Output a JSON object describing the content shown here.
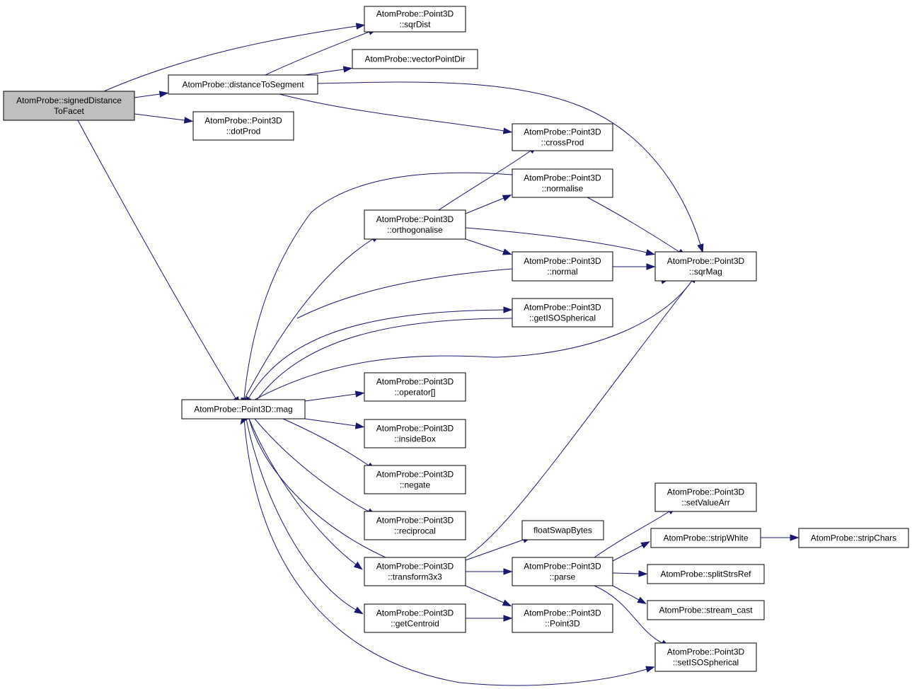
{
  "nodes": [
    {
      "id": "signedDistanceToFacet",
      "lines": [
        "AtomProbe::signedDistance",
        "ToFacet"
      ],
      "root": true
    },
    {
      "id": "sqrDist",
      "lines": [
        "AtomProbe::Point3D",
        "::sqrDist"
      ]
    },
    {
      "id": "vectorPointDir",
      "lines": [
        "AtomProbe::vectorPointDir"
      ]
    },
    {
      "id": "distanceToSegment",
      "lines": [
        "AtomProbe::distanceToSegment"
      ]
    },
    {
      "id": "dotProd",
      "lines": [
        "AtomProbe::Point3D",
        "::dotProd"
      ]
    },
    {
      "id": "crossProd",
      "lines": [
        "AtomProbe::Point3D",
        "::crossProd"
      ]
    },
    {
      "id": "normalise",
      "lines": [
        "AtomProbe::Point3D",
        "::normalise"
      ]
    },
    {
      "id": "orthogonalise",
      "lines": [
        "AtomProbe::Point3D",
        "::orthogonalise"
      ]
    },
    {
      "id": "sqrMag",
      "lines": [
        "AtomProbe::Point3D",
        "::sqrMag"
      ]
    },
    {
      "id": "normal",
      "lines": [
        "AtomProbe::Point3D",
        "::normal"
      ]
    },
    {
      "id": "getISOSpherical",
      "lines": [
        "AtomProbe::Point3D",
        "::getISOSpherical"
      ]
    },
    {
      "id": "mag",
      "lines": [
        "AtomProbe::Point3D::mag"
      ]
    },
    {
      "id": "operator",
      "lines": [
        "AtomProbe::Point3D",
        "::operator[]"
      ]
    },
    {
      "id": "insideBox",
      "lines": [
        "AtomProbe::Point3D",
        "::insideBox"
      ]
    },
    {
      "id": "negate",
      "lines": [
        "AtomProbe::Point3D",
        "::negate"
      ]
    },
    {
      "id": "reciprocal",
      "lines": [
        "AtomProbe::Point3D",
        "::reciprocal"
      ]
    },
    {
      "id": "transform3x3",
      "lines": [
        "AtomProbe::Point3D",
        "::transform3x3"
      ]
    },
    {
      "id": "getCentroid",
      "lines": [
        "AtomProbe::Point3D",
        "::getCentroid"
      ]
    },
    {
      "id": "floatSwapBytes",
      "lines": [
        "floatSwapBytes"
      ]
    },
    {
      "id": "parse",
      "lines": [
        "AtomProbe::Point3D",
        "::parse"
      ]
    },
    {
      "id": "Point3D",
      "lines": [
        "AtomProbe::Point3D",
        "::Point3D"
      ]
    },
    {
      "id": "setValueArr",
      "lines": [
        "AtomProbe::Point3D",
        "::setValueArr"
      ]
    },
    {
      "id": "stripWhite",
      "lines": [
        "AtomProbe::stripWhite"
      ]
    },
    {
      "id": "stripChars",
      "lines": [
        "AtomProbe::stripChars"
      ]
    },
    {
      "id": "splitStrsRef",
      "lines": [
        "AtomProbe::splitStrsRef"
      ]
    },
    {
      "id": "stream_cast",
      "lines": [
        "AtomProbe::stream_cast"
      ]
    },
    {
      "id": "setISOSpherical",
      "lines": [
        "AtomProbe::Point3D",
        "::setISOSpherical"
      ]
    }
  ],
  "edges": [
    [
      "signedDistanceToFacet",
      "sqrDist"
    ],
    [
      "signedDistanceToFacet",
      "distanceToSegment"
    ],
    [
      "signedDistanceToFacet",
      "dotProd"
    ],
    [
      "signedDistanceToFacet",
      "mag"
    ],
    [
      "distanceToSegment",
      "sqrDist"
    ],
    [
      "distanceToSegment",
      "vectorPointDir"
    ],
    [
      "distanceToSegment",
      "crossProd"
    ],
    [
      "distanceToSegment",
      "sqrMag"
    ],
    [
      "orthogonalise",
      "crossProd"
    ],
    [
      "orthogonalise",
      "normalise"
    ],
    [
      "orthogonalise",
      "sqrMag"
    ],
    [
      "orthogonalise",
      "normal"
    ],
    [
      "normalise",
      "sqrMag"
    ],
    [
      "normalise",
      "mag"
    ],
    [
      "normal",
      "sqrMag"
    ],
    [
      "normal",
      "mag"
    ],
    [
      "getISOSpherical",
      "sqrMag"
    ],
    [
      "mag",
      "orthogonalise"
    ],
    [
      "mag",
      "getISOSpherical"
    ],
    [
      "mag",
      "sqrMag"
    ],
    [
      "mag",
      "operator"
    ],
    [
      "mag",
      "insideBox"
    ],
    [
      "mag",
      "negate"
    ],
    [
      "mag",
      "reciprocal"
    ],
    [
      "mag",
      "transform3x3"
    ],
    [
      "mag",
      "getCentroid"
    ],
    [
      "mag",
      "setISOSpherical"
    ],
    [
      "getISOSpherical",
      "mag"
    ],
    [
      "transform3x3",
      "mag"
    ],
    [
      "transform3x3",
      "sqrMag"
    ],
    [
      "transform3x3",
      "floatSwapBytes"
    ],
    [
      "transform3x3",
      "parse"
    ],
    [
      "transform3x3",
      "Point3D"
    ],
    [
      "getCentroid",
      "Point3D"
    ],
    [
      "parse",
      "setValueArr"
    ],
    [
      "parse",
      "stripWhite"
    ],
    [
      "parse",
      "splitStrsRef"
    ],
    [
      "parse",
      "stream_cast"
    ],
    [
      "parse",
      "setISOSpherical"
    ],
    [
      "stripWhite",
      "stripChars"
    ]
  ]
}
